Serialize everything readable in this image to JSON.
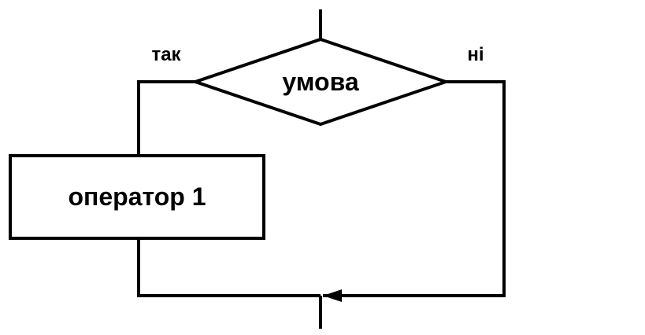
{
  "diagram": {
    "condition": {
      "label": "умова"
    },
    "operator": {
      "label": "оператор 1"
    },
    "branch_yes": {
      "label": "так"
    },
    "branch_no": {
      "label": "ні"
    },
    "colors": {
      "stroke": "#000000",
      "background": "#ffffff"
    }
  }
}
